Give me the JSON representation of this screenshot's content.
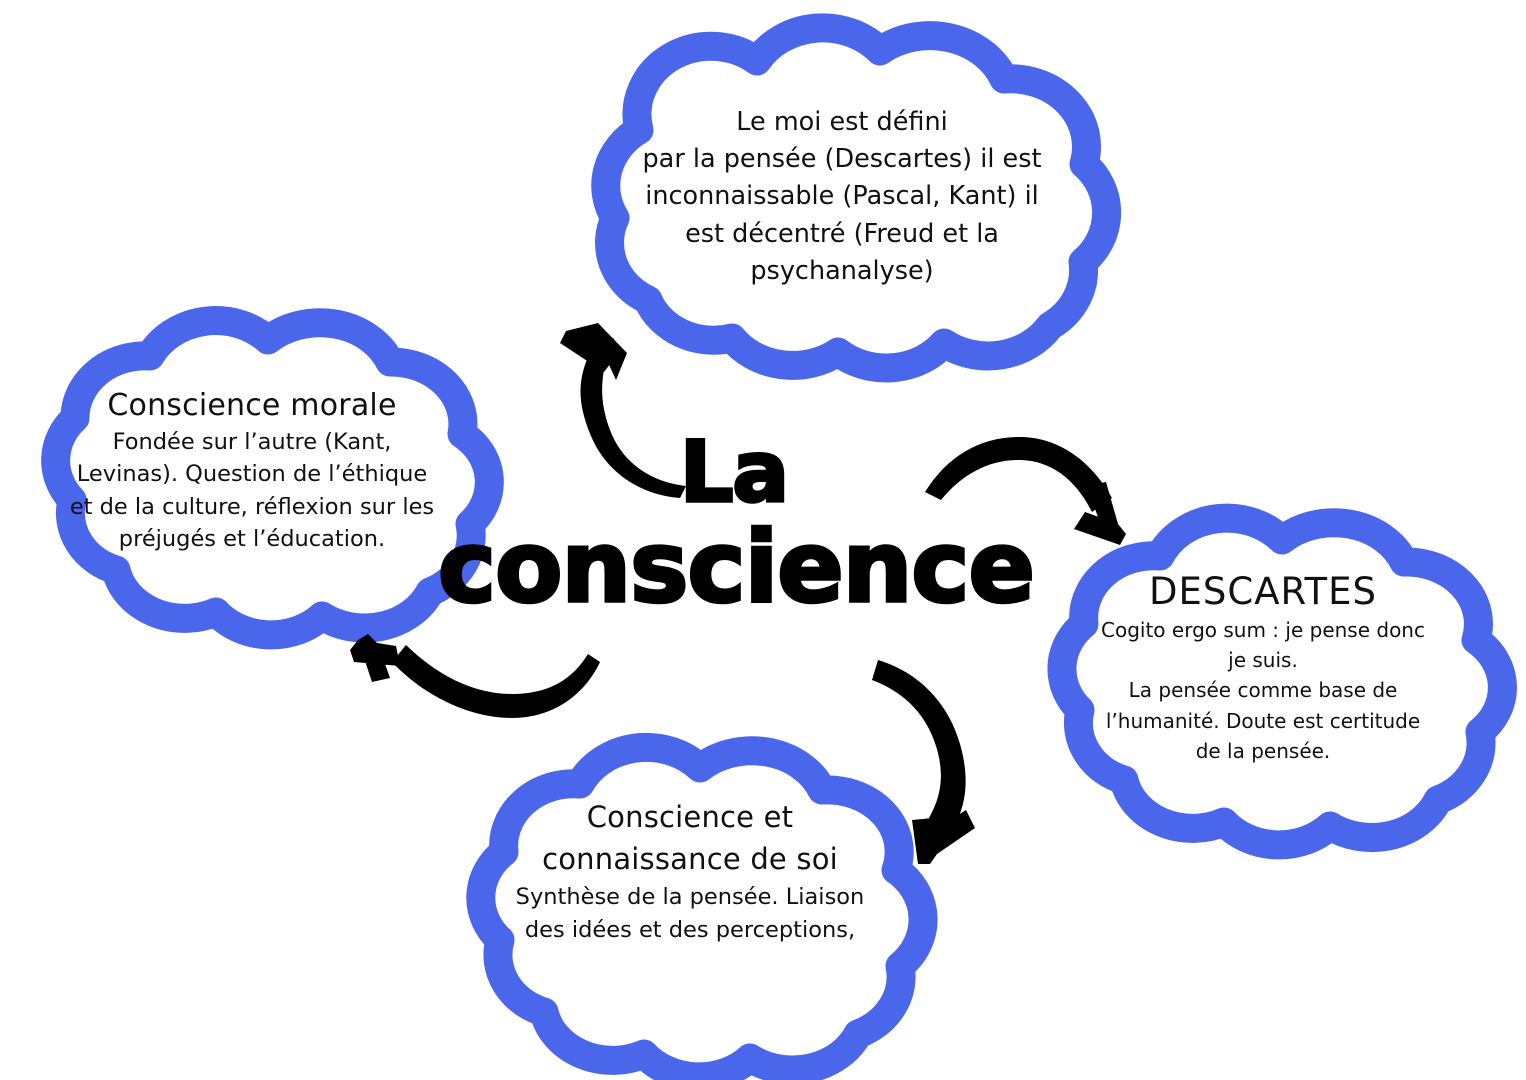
{
  "diagram": {
    "kind": "mind-map",
    "center": {
      "line1": "La",
      "line2": "conscience"
    },
    "colors": {
      "cloud_outline": "#4a66ea",
      "cloud_fill": "#ffffff",
      "text": "#111111",
      "arrow": "#000000",
      "background": "#ffffff"
    },
    "nodes": [
      {
        "id": "le-moi",
        "position": "top",
        "title": "",
        "body": "Le moi est défini\npar la pensée (Descartes) il est\ninconnaissable (Pascal, Kant) il\nest décentré (Freud et la\npsychanalyse)"
      },
      {
        "id": "conscience-morale",
        "position": "left",
        "title": "Conscience morale",
        "body": "Fondée sur l’autre (Kant,\nLevinas). Question de l’éthique\net de la culture, réflexion sur les\npréjugés et l’éducation."
      },
      {
        "id": "descartes",
        "position": "right",
        "title": "DESCARTES",
        "body": "Cogito ergo sum : je pense donc\nje suis.\nLa pensée comme base de\nl’humanité. Doute est certitude\nde la pensée."
      },
      {
        "id": "conscience-connaissance-de-soi",
        "position": "bottom",
        "title": "Conscience et\nconnaissance de soi",
        "body": "Synthèse de la pensée. Liaison\ndes idées et des perceptions,"
      }
    ],
    "arrows": [
      {
        "id": "arrow-to-top",
        "from": "center",
        "to": "le-moi",
        "direction": "up-left-curve"
      },
      {
        "id": "arrow-to-right",
        "from": "center",
        "to": "descartes",
        "direction": "right-arc-down"
      },
      {
        "id": "arrow-to-bottom",
        "from": "center",
        "to": "conscience-connaissance-de-soi",
        "direction": "down-curve"
      },
      {
        "id": "arrow-to-left",
        "from": "center",
        "to": "conscience-morale",
        "direction": "left-arc-up"
      }
    ]
  }
}
